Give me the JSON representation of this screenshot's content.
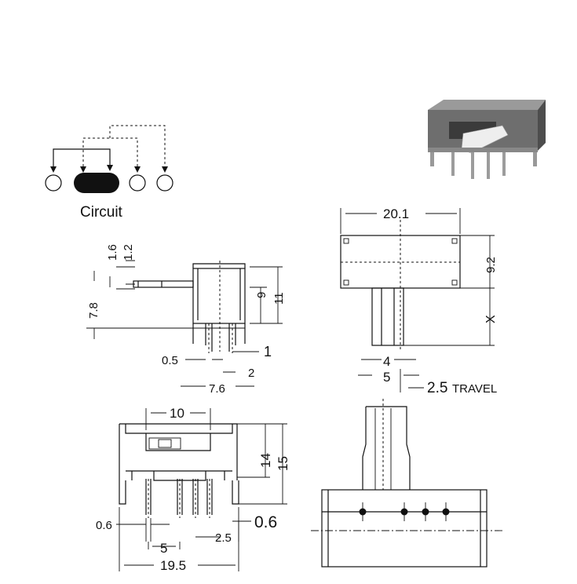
{
  "circuit_label": "Circuit",
  "dims": {
    "side_1_6": "1.6",
    "side_1_2": "1.2",
    "side_7_8": "7.8",
    "side_9": "9",
    "side_11": "11",
    "side_0_5": "0.5",
    "side_1": "1",
    "side_2": "2",
    "side_7_6": "7.6",
    "top_20_1": "20.1",
    "top_9_2": "9.2",
    "top_x": "X",
    "top_4": "4",
    "top_5": "5",
    "travel_value": "2.5",
    "travel_word": "TRAVEL",
    "front_10": "10",
    "front_14": "14",
    "front_15": "15",
    "front_0_6_left": "0.6",
    "front_0_6_right": "0.6",
    "front_5": "5",
    "front_2_5": "2.5",
    "front_19_5": "19.5"
  },
  "colors": {
    "line": "#111111",
    "photo_body": "#6e6e6e",
    "photo_actuator": "#eeeeee"
  }
}
